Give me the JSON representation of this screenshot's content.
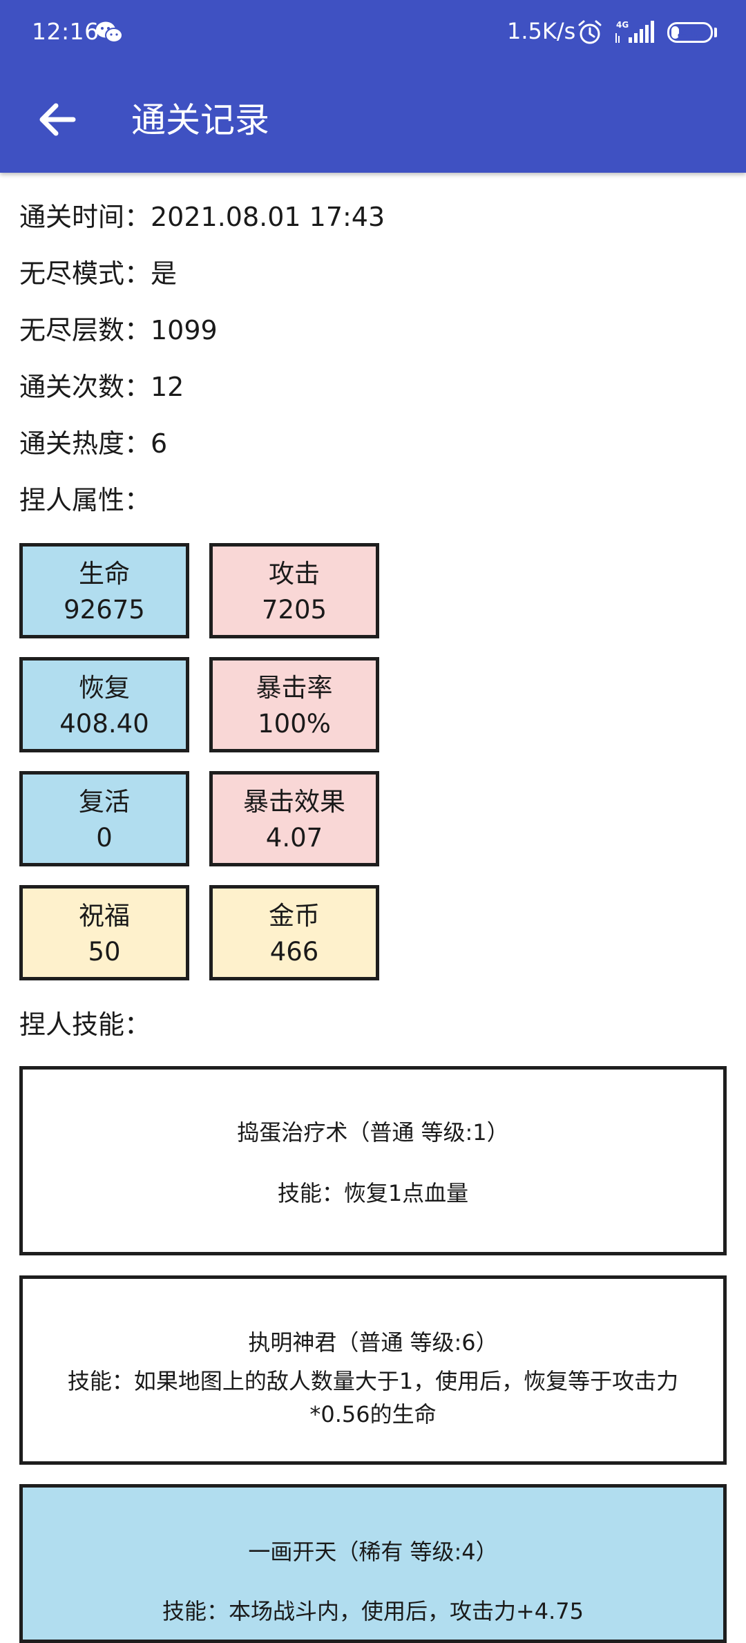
{
  "status_bar": {
    "time": "12:16",
    "net_speed": "1.5K/s",
    "network": "4G",
    "battery": "21",
    "battery_level": 0.21
  },
  "app_bar": {
    "title": "通关记录",
    "back_icon": "arrow-left-icon"
  },
  "record": {
    "clear_time": "通关时间：2021.08.01 17:43",
    "endless_mode": "无尽模式：是",
    "endless_floors": "无尽层数：1099",
    "clear_count": "通关次数：12",
    "clear_heat": "通关热度：6",
    "attributes_label": "捏人属性："
  },
  "colors": {
    "app_bar": "#3f51c2",
    "blue": "#b1ddef",
    "pink": "#f9d7d6",
    "yellow": "#fef1cc"
  },
  "attributes": [
    {
      "label": "生命",
      "value": "92675",
      "color": "#b1ddef"
    },
    {
      "label": "攻击",
      "value": "7205",
      "color": "#f9d7d6"
    },
    {
      "label": "恢复",
      "value": "408.40",
      "color": "#b1ddef"
    },
    {
      "label": "暴击率",
      "value": "100%",
      "color": "#f9d7d6"
    },
    {
      "label": "复活",
      "value": "0",
      "color": "#b1ddef"
    },
    {
      "label": "暴击效果",
      "value": "4.07",
      "color": "#f9d7d6"
    },
    {
      "label": "祝福",
      "value": "50",
      "color": "#fef1cc"
    },
    {
      "label": "金币",
      "value": "466",
      "color": "#fef1cc"
    }
  ],
  "skills_label": "捏人技能：",
  "skills": [
    {
      "name": "捣蛋治疗术（普通 等级:1）",
      "desc": "技能：恢复1点血量",
      "color": "#ffffff"
    },
    {
      "name": "执明神君（普通 等级:6）",
      "desc": "技能：如果地图上的敌人数量大于1，使用后，恢复等于攻击力*0.56的生命",
      "color": "#ffffff"
    },
    {
      "name": "一画开天（稀有 等级:4）",
      "desc": "技能：本场战斗内，使用后，攻击力+4.75",
      "color": "#b1ddef"
    }
  ]
}
